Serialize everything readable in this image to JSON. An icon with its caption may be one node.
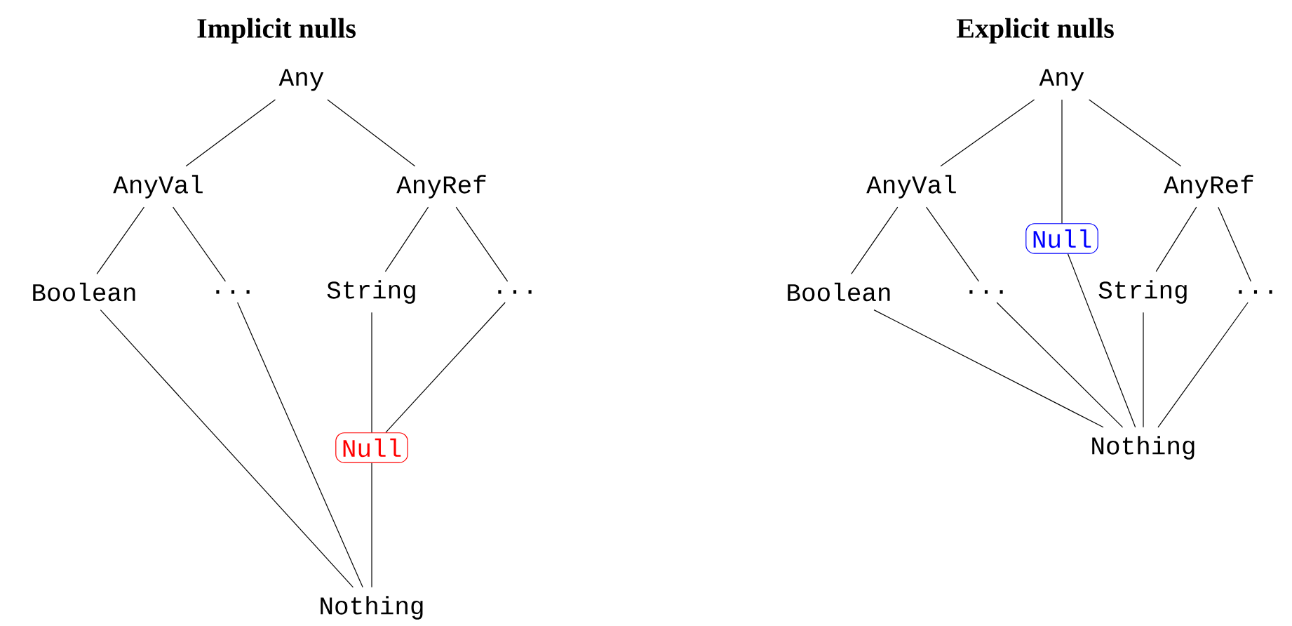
{
  "diagram": {
    "nodes": [
      {
        "text": [
          "Any"
        ]
      },
      {
        "text": [
          "AnyVal"
        ]
      },
      {
        "text": [
          "AnyRef"
        ]
      },
      {
        "text": [
          "Boolean"
        ]
      },
      {
        "text": [
          "..."
        ]
      },
      {
        "text": [
          "String"
        ]
      },
      {
        "text": [
          "..."
        ]
      },
      {
        "text": [
          "Null"
        ]
      },
      {
        "text": [
          "Nothing"
        ]
      },
      {
        "text": [
          "Any"
        ]
      },
      {
        "text": [
          "AnyVal"
        ]
      },
      {
        "text": [
          "Null"
        ]
      },
      {
        "text": [
          "AnyRef"
        ]
      },
      {
        "text": [
          "Boolean"
        ]
      },
      {
        "text": [
          "..."
        ]
      },
      {
        "text": [
          "String"
        ]
      },
      {
        "text": [
          "..."
        ]
      },
      {
        "text": [
          "Nothing"
        ]
      }
    ],
    "edges": [
      {
        "from": 0,
        "to": 1,
        "arrow": "none"
      },
      {
        "from": 0,
        "to": 2,
        "arrow": "none"
      },
      {
        "from": 1,
        "to": 3,
        "arrow": "none"
      },
      {
        "from": 1,
        "to": 4,
        "arrow": "none"
      },
      {
        "from": 2,
        "to": 5,
        "arrow": "none"
      },
      {
        "from": 2,
        "to": 6,
        "arrow": "none"
      },
      {
        "from": 3,
        "to": 8,
        "arrow": "none"
      },
      {
        "from": 4,
        "to": 8,
        "arrow": "none"
      },
      {
        "from": 5,
        "to": 7,
        "arrow": "none"
      },
      {
        "from": 6,
        "to": 7,
        "arrow": "none"
      },
      {
        "from": 7,
        "to": 8,
        "arrow": "none"
      },
      {
        "from": 9,
        "to": 10,
        "arrow": "none"
      },
      {
        "from": 9,
        "to": 11,
        "arrow": "none"
      },
      {
        "from": 9,
        "to": 12,
        "arrow": "none"
      },
      {
        "from": 10,
        "to": 13,
        "arrow": "none"
      },
      {
        "from": 10,
        "to": 14,
        "arrow": "none"
      },
      {
        "from": 12,
        "to": 15,
        "arrow": "none"
      },
      {
        "from": 12,
        "to": 16,
        "arrow": "none"
      },
      {
        "from": 13,
        "to": 17,
        "arrow": "none"
      },
      {
        "from": 14,
        "to": 17,
        "arrow": "none"
      },
      {
        "from": 11,
        "to": 17,
        "arrow": "none"
      },
      {
        "from": 15,
        "to": 17,
        "arrow": "none"
      },
      {
        "from": 16,
        "to": 17,
        "arrow": "none"
      }
    ],
    "labels": [
      "Implicit nulls",
      "Explicit nulls"
    ]
  }
}
